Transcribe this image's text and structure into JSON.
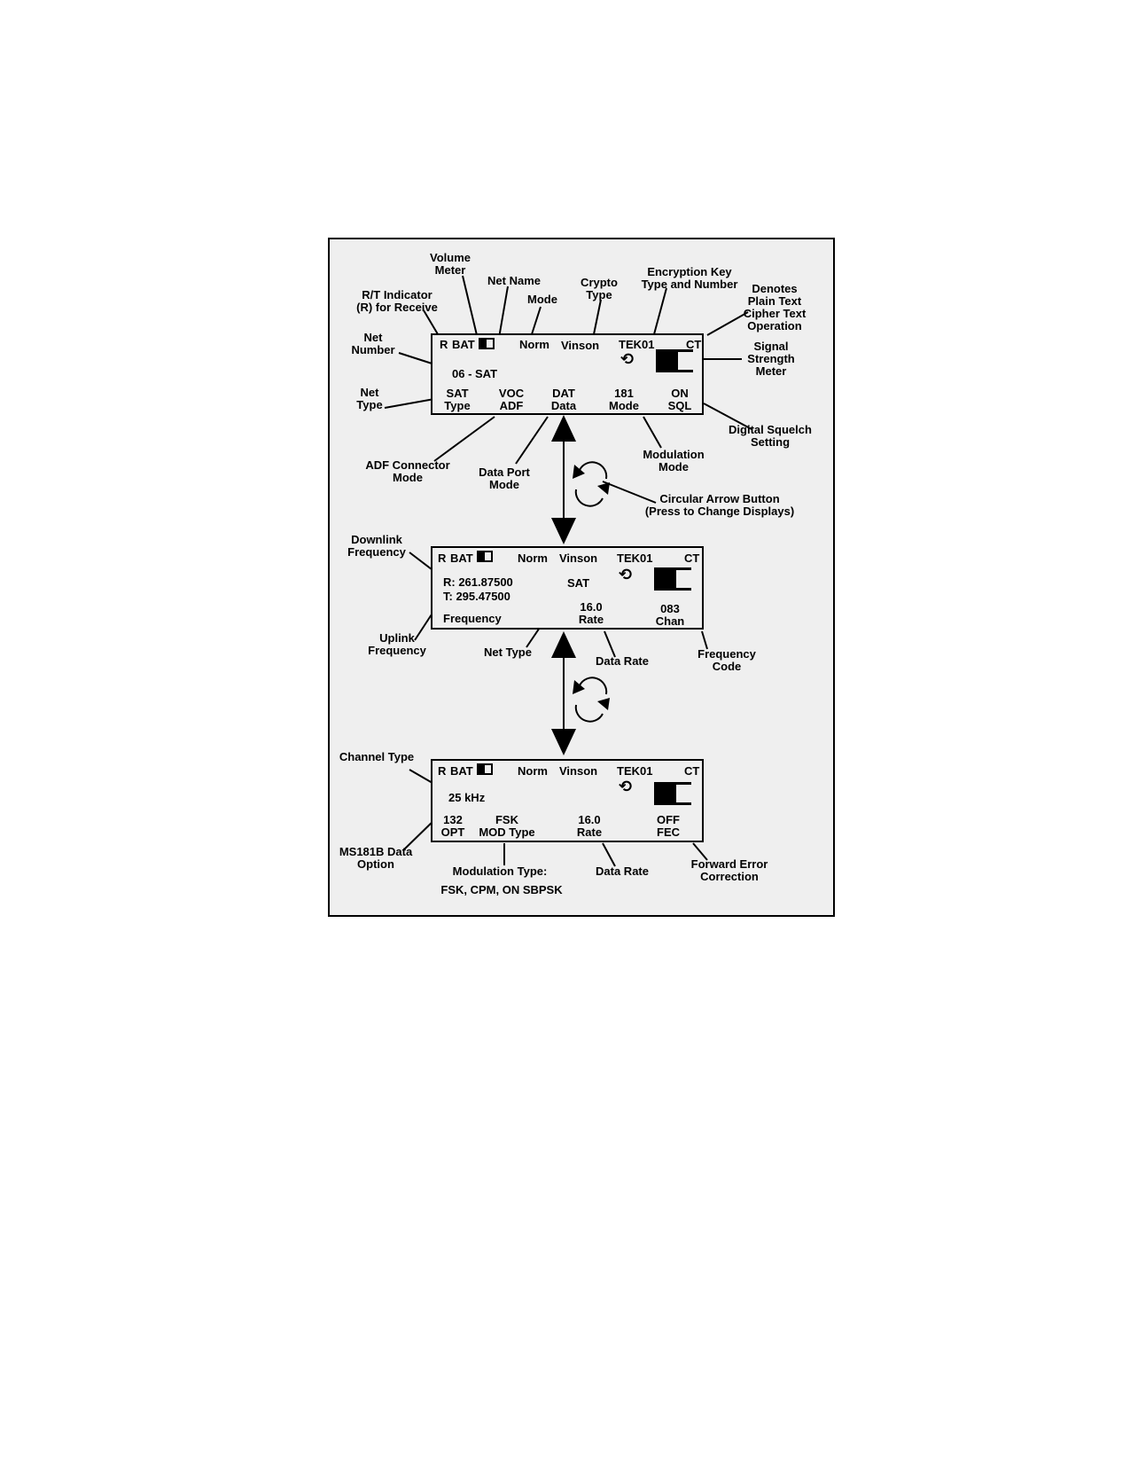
{
  "panel1": {
    "rt": "R",
    "bat": "BAT",
    "mode": "Norm",
    "crypto": "Vinson",
    "key": "TEK01",
    "ct": "CT",
    "net": "06 - SAT",
    "fields": [
      {
        "top": "SAT",
        "bot": "Type"
      },
      {
        "top": "VOC",
        "bot": "ADF"
      },
      {
        "top": "DAT",
        "bot": "Data"
      },
      {
        "top": "181",
        "bot": "Mode"
      },
      {
        "top": "ON",
        "bot": "SQL"
      }
    ]
  },
  "panel2": {
    "rt": "R",
    "bat": "BAT",
    "mode": "Norm",
    "crypto": "Vinson",
    "key": "TEK01",
    "ct": "CT",
    "rx": "R: 261.87500",
    "tx": "T: 295.47500",
    "sat": "SAT",
    "freq": "Frequency",
    "rate_val": "16.0",
    "rate_lbl": "Rate",
    "chan_val": "083",
    "chan_lbl": "Chan"
  },
  "panel3": {
    "rt": "R",
    "bat": "BAT",
    "mode": "Norm",
    "crypto": "Vinson",
    "key": "TEK01",
    "ct": "CT",
    "chan": "25 kHz",
    "fields": [
      {
        "top": "132",
        "bot": "OPT"
      },
      {
        "top": "FSK",
        "bot": "MOD Type"
      },
      {
        "top": "16.0",
        "bot": "Rate"
      },
      {
        "top": "OFF",
        "bot": "FEC"
      }
    ]
  },
  "labels": {
    "volume": "Volume\nMeter",
    "netname": "Net Name",
    "crypto": "Crypto\nType",
    "enckey": "Encryption Key\nType and Number",
    "rt": "R/T Indicator\n(R) for Receive",
    "mode": "Mode",
    "plain": "Denotes\nPlain Text\nCipher Text\nOperation",
    "netnum": "Net\nNumber",
    "signal": "Signal\nStrength\nMeter",
    "nettype": "Net\nType",
    "squelch": "Digital Squelch\nSetting",
    "adf": "ADF Connector\nMode",
    "dataport": "Data Port\nMode",
    "modmode": "Modulation\nMode",
    "circular": "Circular Arrow Button\n(Press to Change Displays)",
    "downlink": "Downlink\nFrequency",
    "uplink": "Uplink\nFrequency",
    "nettype2": "Net Type",
    "datarate": "Data Rate",
    "freqcode": "Frequency\nCode",
    "chantype": "Channel Type",
    "ms181b": "MS181B Data\nOption",
    "modtype": "Modulation Type:",
    "modtype2": "FSK, CPM, ON SBPSK",
    "datarate2": "Data Rate",
    "fec": "Forward Error\nCorrection"
  },
  "icons": {
    "cycle": "circular-arrow-icon",
    "volume": "volume-meter-icon",
    "signal": "signal-strength-icon"
  }
}
